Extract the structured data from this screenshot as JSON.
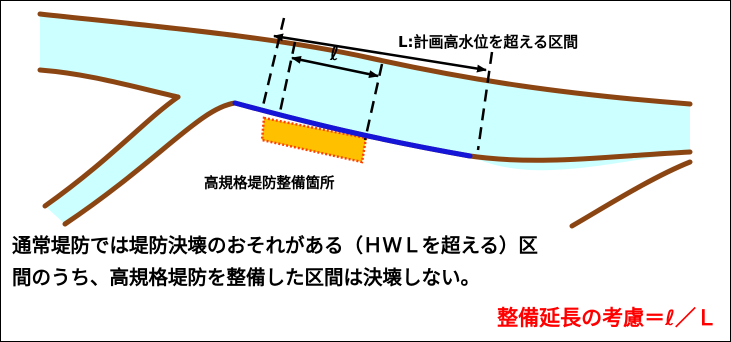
{
  "diagram": {
    "label_total_section": "L:計画高水位を超える区間",
    "label_partial_section": "ℓ",
    "label_super_levee": "高規格堤防整備箇所",
    "colors": {
      "river_fill": "#ccffff",
      "bank": "#8b4513",
      "super_levee_fill": "#ffc000",
      "super_levee_outline": "#ff4000",
      "improved_bank": "#1515d8"
    }
  },
  "explanation": {
    "line1": "通常堤防では堤防決壊のおそれがある（ＨＷＬを超える）区",
    "line2": "間のうち、高規格堤防を整備した区間は決壊しない。"
  },
  "formula": "整備延長の考慮＝ℓ／Ｌ"
}
